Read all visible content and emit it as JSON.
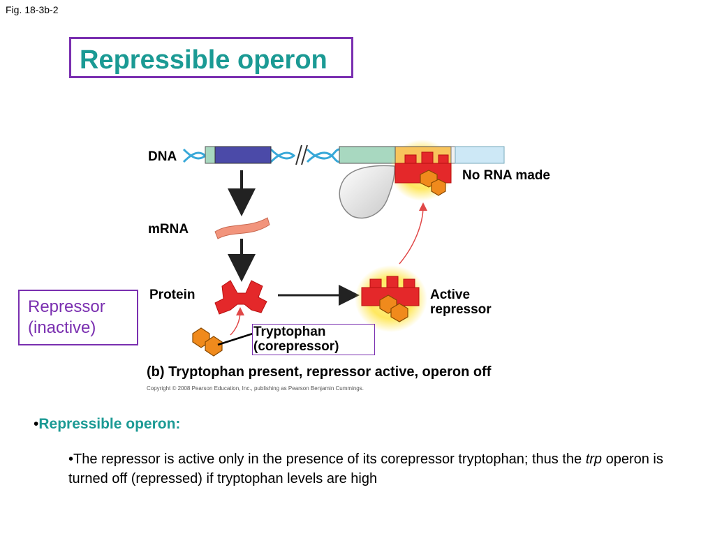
{
  "fig_label": "Fig. 18-3b-2",
  "title": "Repressible operon",
  "diagram": {
    "dna_label": "DNA",
    "mrna_label": "mRNA",
    "protein_label": "Protein",
    "no_rna_label": "No RNA made",
    "active_repressor_line1": "Active",
    "active_repressor_line2": "repressor",
    "tryptophan_line1": "Tryptophan",
    "tryptophan_line2": "(corepressor)",
    "caption": "(b) Tryptophan present, repressor active, operon off",
    "copyright": "Copyright © 2008 Pearson Education, Inc., publishing as Pearson Benjamin Cummings."
  },
  "repressor_note": {
    "line1": "Repressor",
    "line2": "(inactive)"
  },
  "bullets": {
    "heading_bullet": "•",
    "heading": "Repressible operon:",
    "body_part1": "•The repressor is active only in the presence of its corepressor tryptophan; thus the ",
    "body_italic": "trp",
    "body_part2": " operon is turned off (repressed) if tryptophan levels are high"
  },
  "colors": {
    "title": "#1b9a94",
    "box_border": "#7a2fb0",
    "repressor": "#e4282a",
    "tryptophan": "#f08a1c",
    "gene_blue": "#4b4aa8",
    "gene_green": "#a8d8c0",
    "operator_yellow": "#f8c45c",
    "dna_helix": "#38a8d8"
  }
}
